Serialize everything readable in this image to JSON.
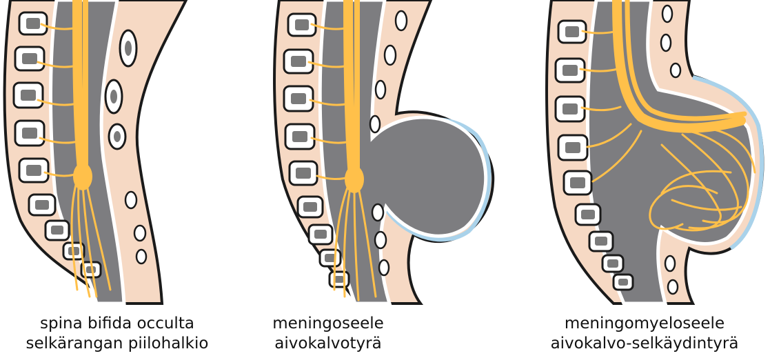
{
  "panels": [
    {
      "line1": "spina bifida occulta",
      "line2": "selkärangan piilohalkio"
    },
    {
      "line1": "meningoseele",
      "line2": "aivokalvotyrä"
    },
    {
      "line1": "meningomyeloseele",
      "line2": "aivokalvo-selkäydintyrä"
    }
  ],
  "colors": {
    "skin": "#f6d9c4",
    "outline": "#1a1a1a",
    "canal": "#7d7d80",
    "nerve": "#ffc04a",
    "bone_fill": "#ffffff",
    "bone_core": "#7a7a7a",
    "halo": "#a9d2ea"
  }
}
